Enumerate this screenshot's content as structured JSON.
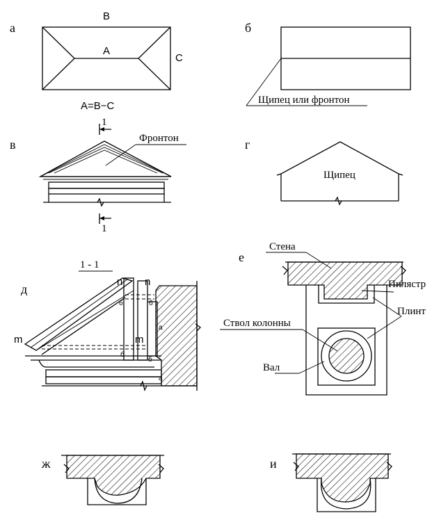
{
  "panels": {
    "a": {
      "label": "а",
      "edge_top": "В",
      "edge_right": "С",
      "ridge": "А",
      "formula": "А=В−С"
    },
    "b": {
      "label": "б",
      "callout": "Щипец или фронтон"
    },
    "v": {
      "label": "в",
      "callout": "Фронтон",
      "section_mark_top": "1",
      "section_mark_bottom": "1"
    },
    "g": {
      "label": "г",
      "inner_text": "Щипец"
    },
    "d": {
      "label": "д",
      "section_title": "1 - 1",
      "mark_n1": "n",
      "mark_n2": "n",
      "mark_m1": "m",
      "mark_m2": "m"
    },
    "e": {
      "label": "е",
      "callout_wall": "Стена",
      "callout_pilaster": "Пилястр",
      "callout_plinth": "Плинт",
      "callout_shaft": "Ствол колонны",
      "callout_torus": "Вал"
    },
    "zh": {
      "label": "ж"
    },
    "i": {
      "label": "и"
    }
  }
}
